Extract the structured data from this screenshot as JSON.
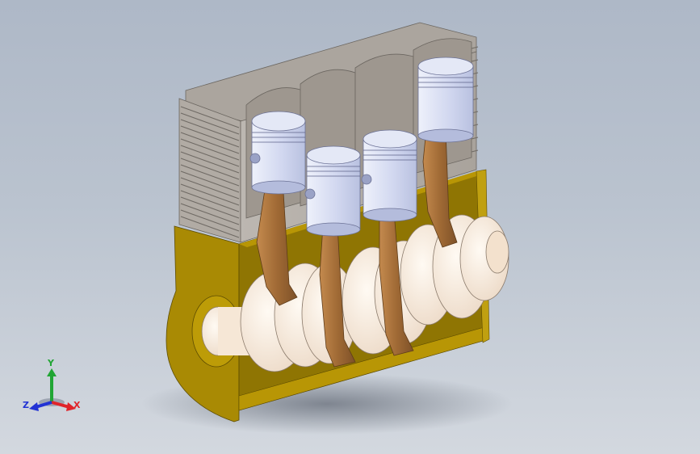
{
  "triad": {
    "x_label": "X",
    "y_label": "Y",
    "z_label": "Z",
    "x_color": "#e0242a",
    "y_color": "#21a534",
    "z_color": "#2233d4"
  },
  "colors": {
    "background_top": "#aeb8c7",
    "background_bottom": "#d3d8df",
    "cylinder_block": "#b3ada6",
    "crankcase": "#a98a04",
    "crankshaft": "#fbeee1",
    "connecting_rod": "#a06a35",
    "piston": "#cfd6ef"
  }
}
